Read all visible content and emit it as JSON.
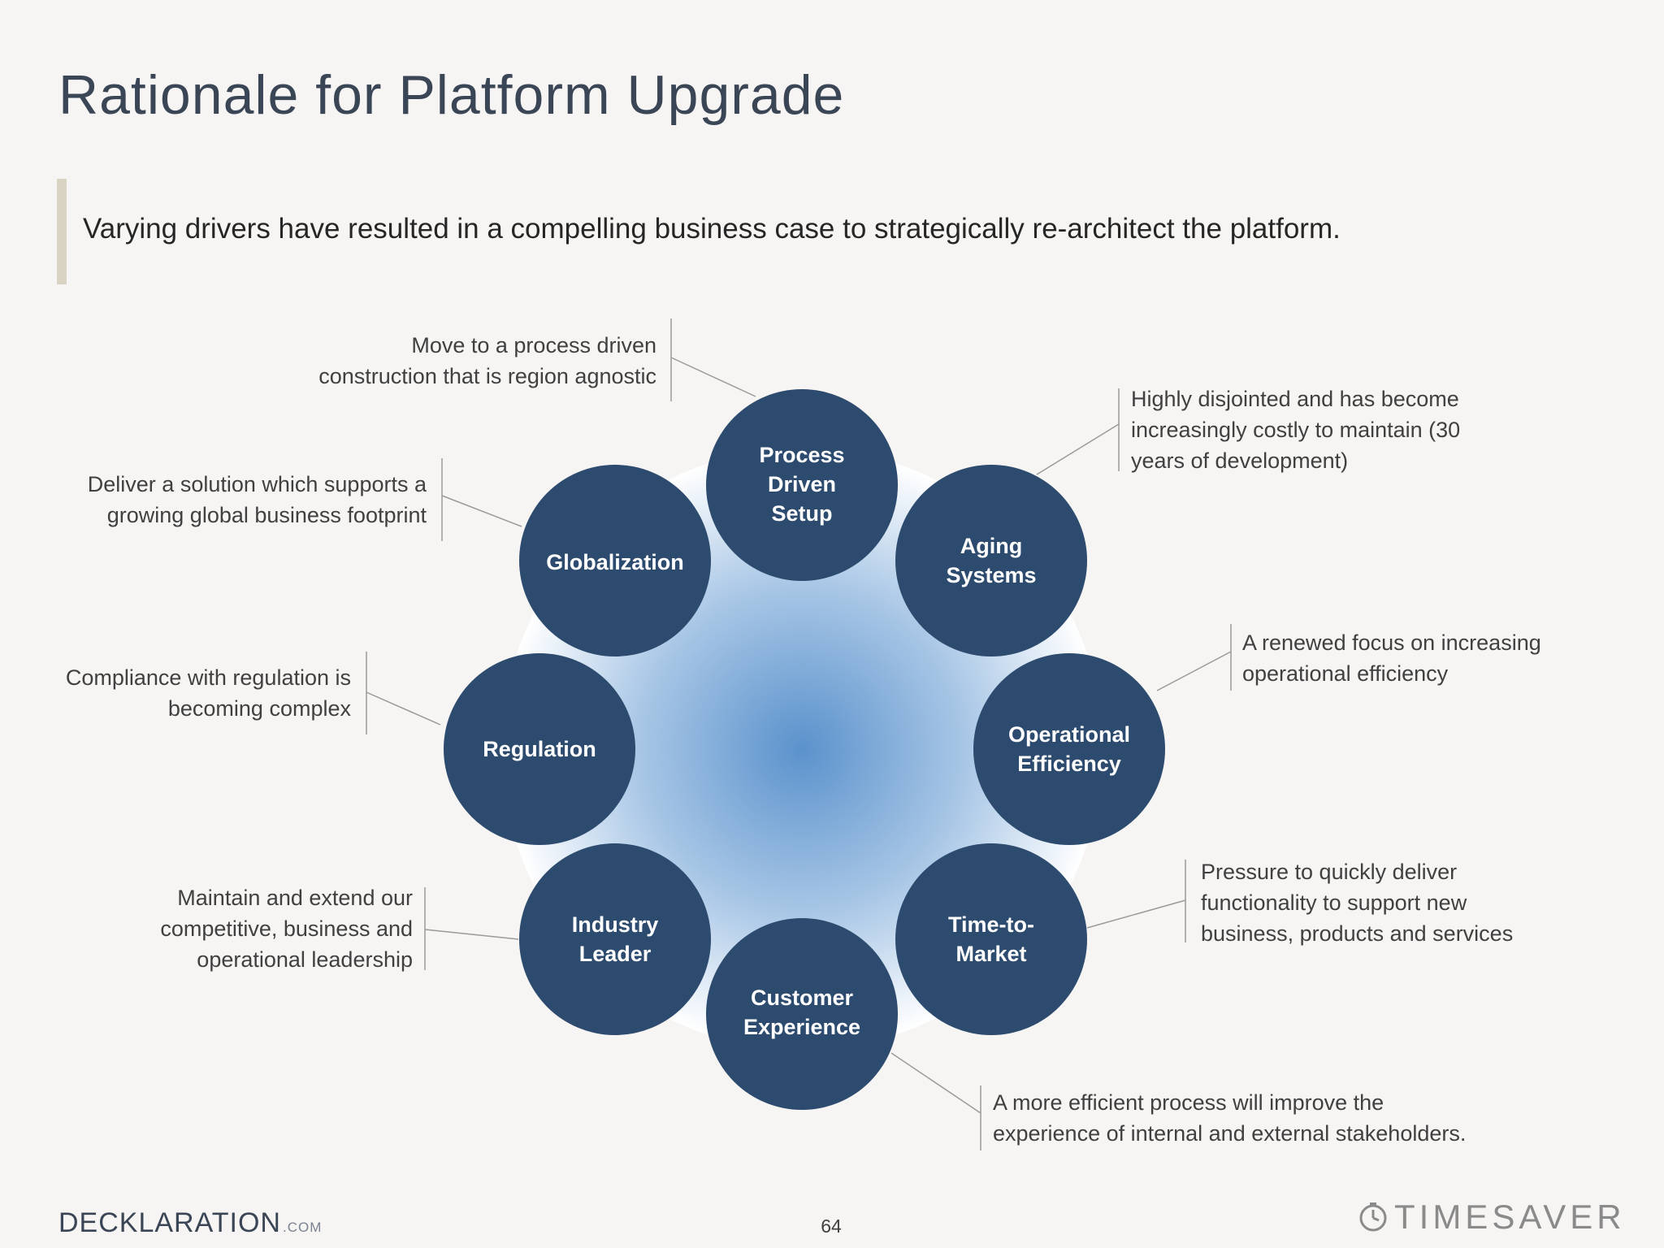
{
  "title": "Rationale for Platform Upgrade",
  "subtitle": "Varying drivers have resulted in a compelling business case to strategically re-architect the platform.",
  "colors": {
    "node_fill": "#2d4b6f",
    "center_glow": "#5b92cc",
    "accent_bar": "#d8d3c2",
    "leader_line": "#9a9a9a"
  },
  "nodes": [
    {
      "label": "Process\nDriven\nSetup",
      "note": "Move to a process driven\nconstruction that is region agnostic"
    },
    {
      "label": "Aging\nSystems",
      "note": "Highly disjointed and has become\nincreasingly costly to maintain (30\nyears of development)"
    },
    {
      "label": "Operational\nEfficiency",
      "note": "A renewed focus on increasing\noperational efficiency"
    },
    {
      "label": "Time-to-\nMarket",
      "note": "Pressure to quickly deliver\nfunctionality to support new\nbusiness, products and services"
    },
    {
      "label": "Customer\nExperience",
      "note": "A more efficient process will improve the\nexperience of internal and external stakeholders."
    },
    {
      "label": "Industry\nLeader",
      "note": "Maintain and extend our\ncompetitive, business and\noperational leadership"
    },
    {
      "label": "Regulation",
      "note": "Compliance with regulation is\nbecoming complex"
    },
    {
      "label": "Globalization",
      "note": "Deliver a solution which supports a\ngrowing global business footprint"
    }
  ],
  "footer": {
    "left_brand": "DECKLARATION",
    "left_suffix": ".COM",
    "page_number": "64",
    "right_brand": "TIMESAVER",
    "right_icon": "clock-icon"
  }
}
